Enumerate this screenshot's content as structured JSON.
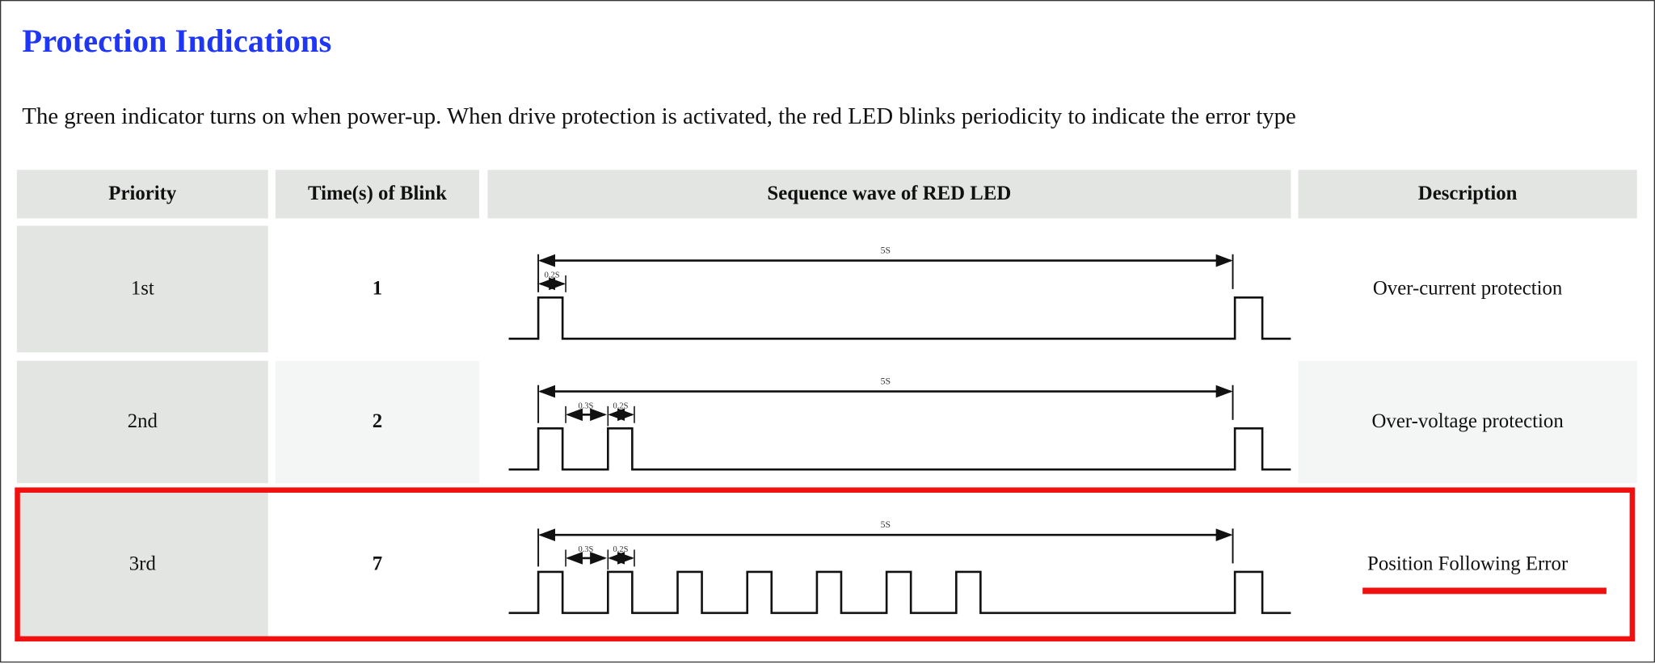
{
  "title": "Protection Indications",
  "intro": "The green indicator turns on when power-up. When drive protection is activated, the red LED blinks periodicity to indicate the error type",
  "table": {
    "headers": [
      "Priority",
      "Time(s) of Blink",
      "Sequence wave of RED LED",
      "Description"
    ],
    "rows": [
      {
        "priority": "1st",
        "blinks": "1",
        "blink_count": 1,
        "period_label": "5S",
        "on_label": "0.2S",
        "off_label": "",
        "description": "Over-current protection",
        "highlighted": false
      },
      {
        "priority": "2nd",
        "blinks": "2",
        "blink_count": 2,
        "period_label": "5S",
        "on_label": "0.2S",
        "off_label": "0.3S",
        "description": "Over-voltage protection",
        "highlighted": false
      },
      {
        "priority": "3rd",
        "blinks": "7",
        "blink_count": 7,
        "period_label": "5S",
        "on_label": "0.2S",
        "off_label": "0.3S",
        "description": "Position Following Error",
        "highlighted": true
      }
    ]
  },
  "colors": {
    "title": "#1f36f5",
    "highlight": "#f01010",
    "header_bg": "#e3e5e3"
  }
}
